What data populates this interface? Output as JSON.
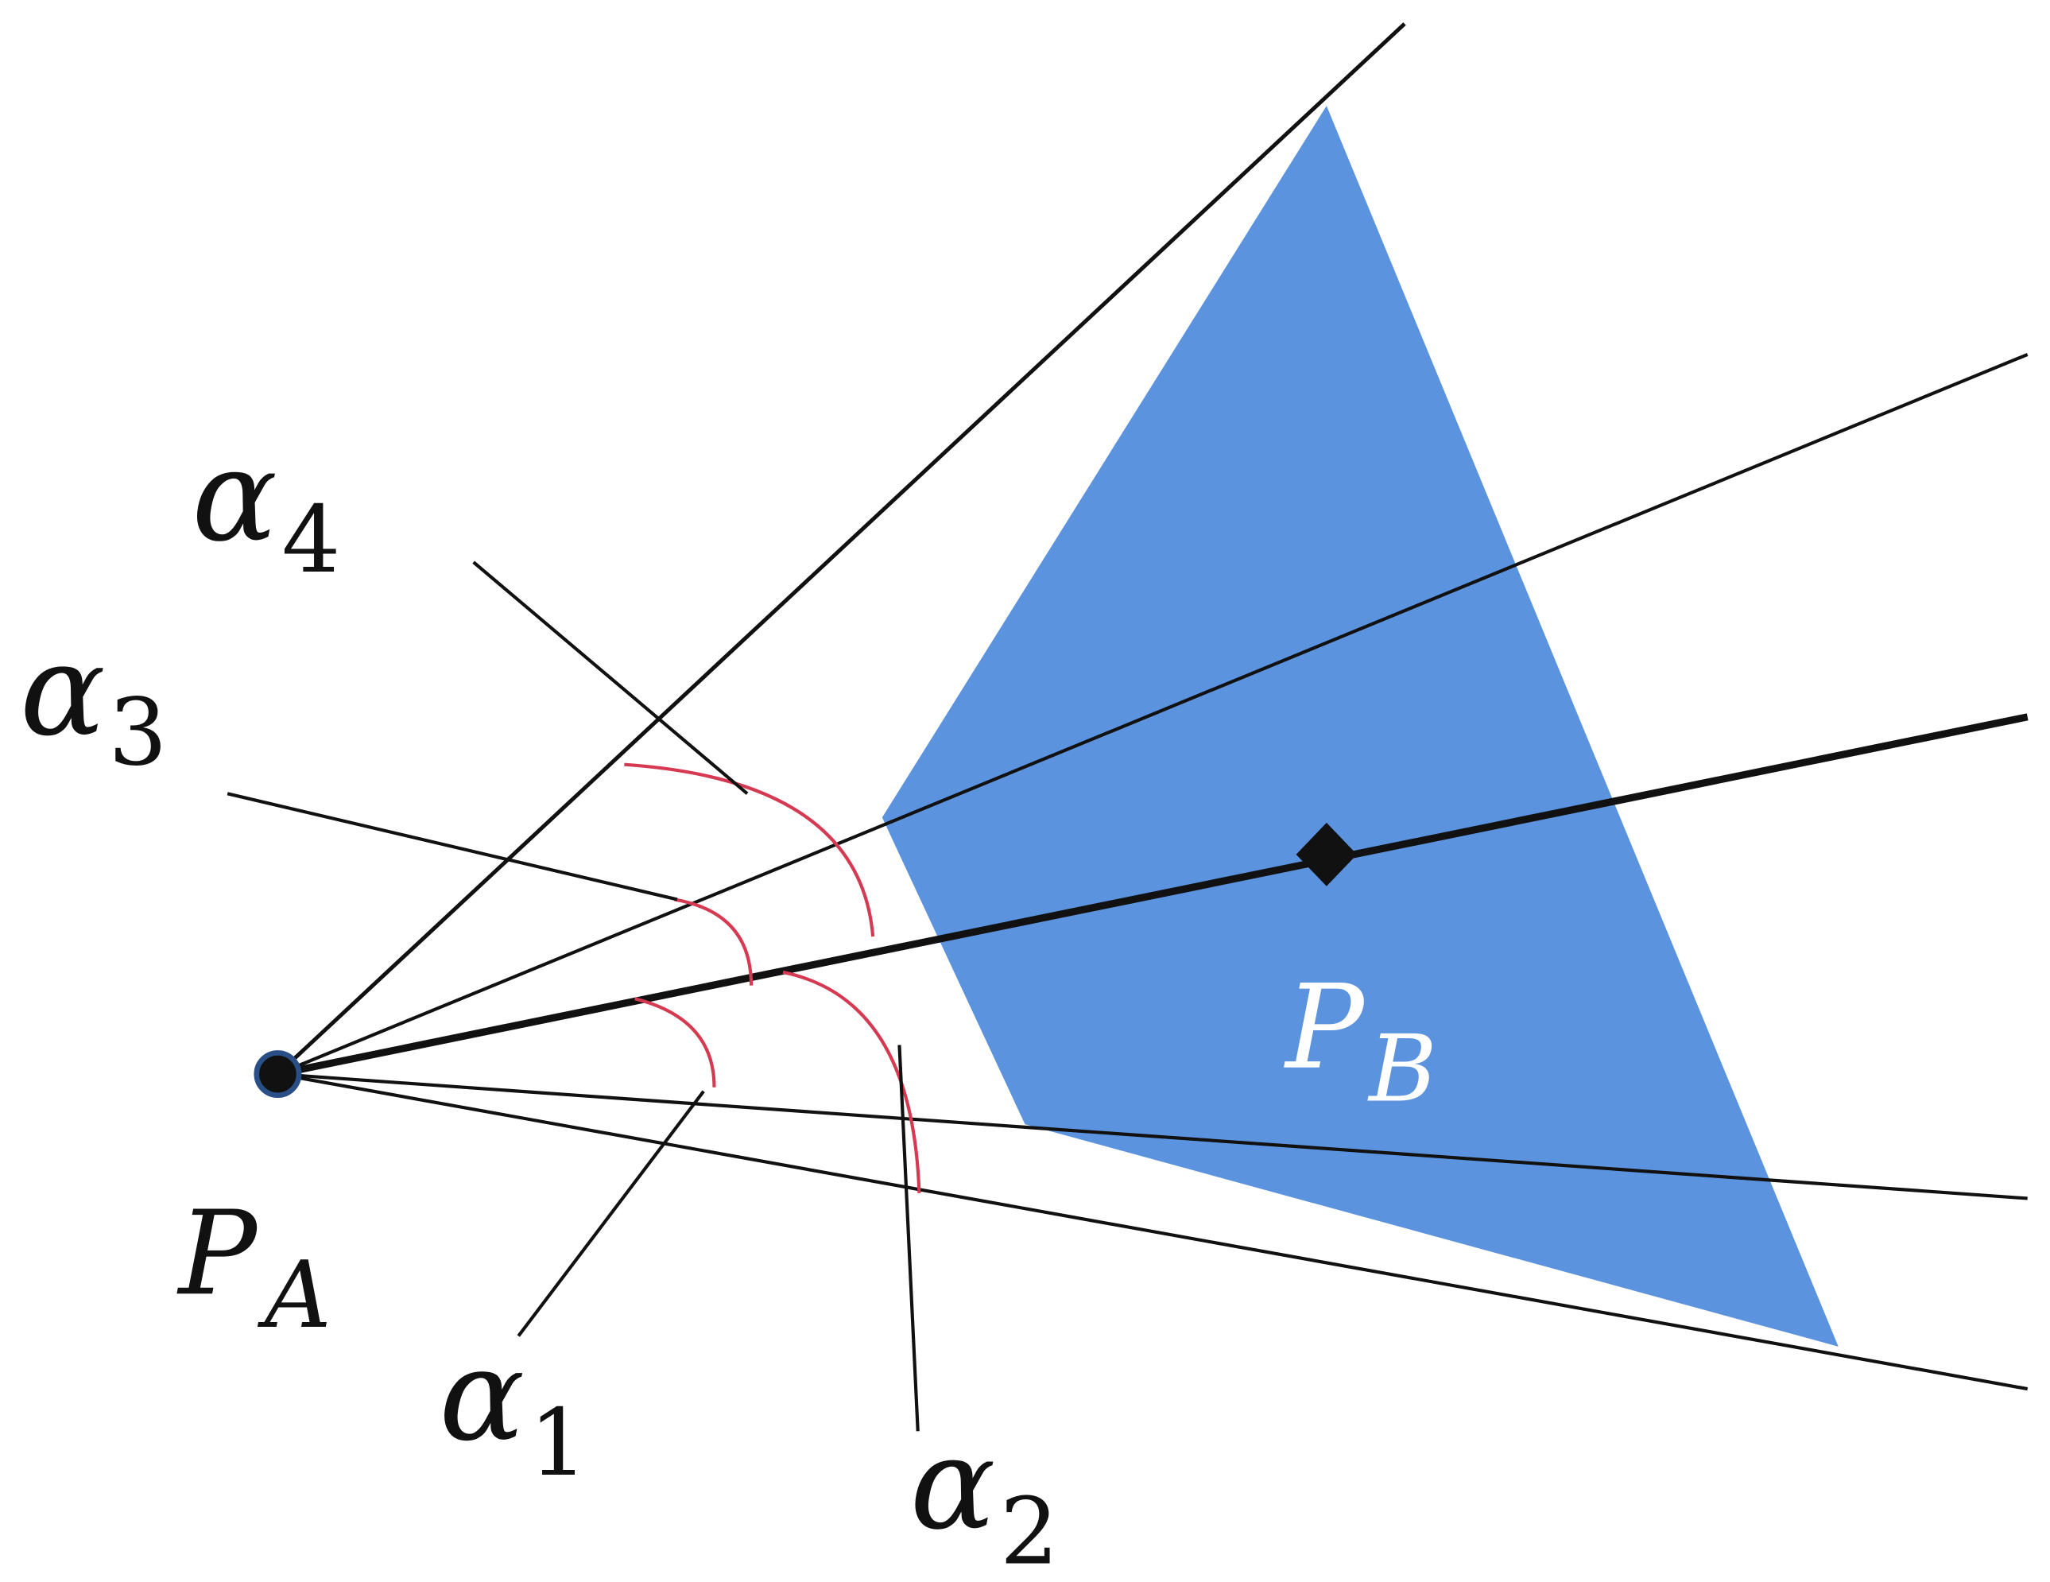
{
  "diagram": {
    "point_a": {
      "symbol": "P",
      "subscript": "A"
    },
    "point_b": {
      "symbol": "P",
      "subscript": "B"
    },
    "angles": [
      {
        "symbol": "α",
        "subscript": "1"
      },
      {
        "symbol": "α",
        "subscript": "2"
      },
      {
        "symbol": "α",
        "subscript": "3"
      },
      {
        "symbol": "α",
        "subscript": "4"
      }
    ],
    "colors": {
      "polygon_fill": "#5b93de",
      "arc_stroke": "#d63a52",
      "line_stroke": "#111111",
      "point_b_label": "#ffffff",
      "text": "#111111"
    }
  }
}
